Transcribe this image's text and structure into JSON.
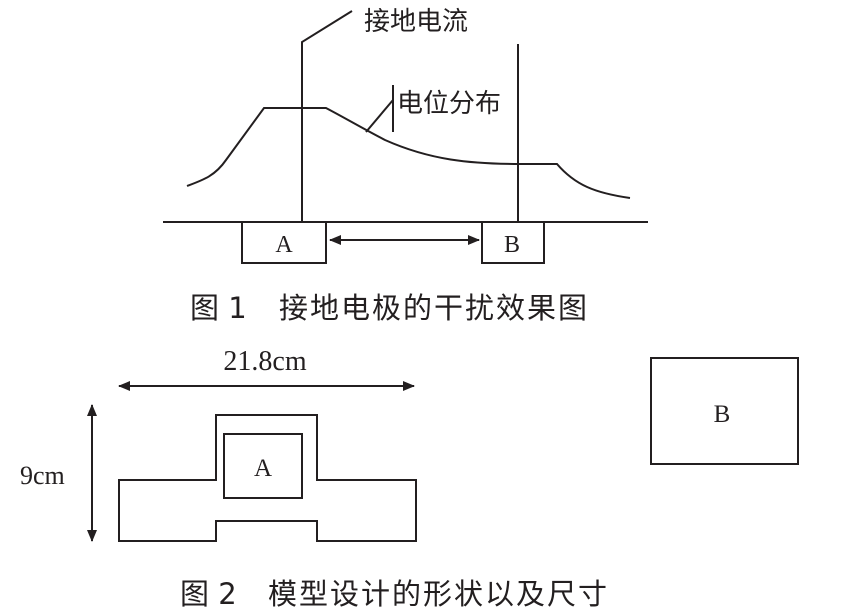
{
  "figure1": {
    "caption_number": "图 1",
    "caption_text": "接地电极的干扰效果图",
    "label_ground_current": "接地电流",
    "label_potential_distribution": "电位分布",
    "electrode_a": "A",
    "electrode_b": "B"
  },
  "figure2": {
    "caption_number": "图 2",
    "caption_text": "模型设计的形状以及尺寸",
    "width_dimension": "21.8cm",
    "height_dimension": "9cm",
    "electrode_a": "A",
    "electrode_b": "B"
  },
  "colors": {
    "ink": "#231f20",
    "background": "#ffffff"
  }
}
